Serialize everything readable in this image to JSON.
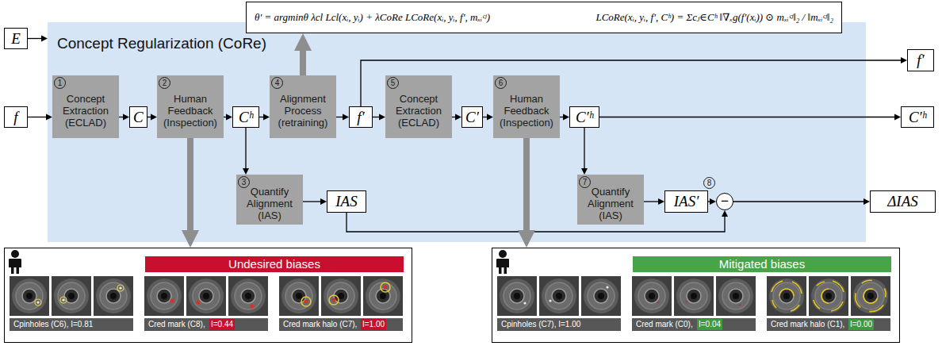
{
  "diagram": {
    "nodes": [
      {
        "text": [
          "θ′ = argminθ λcl Lcl(xᵢ, yᵢ) + λCoRe LCoRe(xᵢ, yᵢ, f′, mₓᵢᶜʲ)",
          "LCoRe(xᵢ, yᵢ, f′, Cʰ) = Σcⱼ∈Cʰ ‖∇ₓg(f′(xᵢ)) ⊙ mₓᵢᶜʲ‖₂ / ‖mₓᵢᶜʲ‖₂"
        ]
      },
      {
        "text": [
          "E"
        ]
      },
      {
        "text": [
          "Concept Regularization (CoRe)"
        ]
      },
      {
        "text": [
          "f"
        ]
      },
      {
        "text": [
          "1",
          "Concept Extraction (ECLAD)"
        ],
        "in": 2
      },
      {
        "text": [
          "C"
        ],
        "in": 2
      },
      {
        "text": [
          "2",
          "Human Feedback (Inspection)"
        ],
        "in": 2
      },
      {
        "text": [
          "Cʰ"
        ],
        "in": 2
      },
      {
        "text": [
          "3",
          "Quantify Alignment (IAS)"
        ],
        "in": 2
      },
      {
        "text": [
          "IAS"
        ],
        "in": 2
      },
      {
        "text": [
          "4",
          "Alignment Process (retraining)"
        ],
        "in": 2
      },
      {
        "text": [
          "f′"
        ],
        "in": 2
      },
      {
        "text": [
          "5",
          "Concept Extraction (ECLAD)"
        ],
        "in": 2
      },
      {
        "text": [
          "C′"
        ],
        "in": 2
      },
      {
        "text": [
          "6",
          "Human Feedback (Inspection)"
        ],
        "in": 2
      },
      {
        "text": [
          "C′ʰ"
        ],
        "in": 2
      },
      {
        "text": [
          "7",
          "Quantify Alignment (IAS)"
        ],
        "in": 2
      },
      {
        "text": [
          "IAS′"
        ],
        "in": 2
      },
      {
        "text": [
          "8",
          "−"
        ],
        "in": 2
      },
      {
        "text": [
          "f′"
        ]
      },
      {
        "text": [
          "C′ʰ"
        ]
      },
      {
        "text": [
          "ΔIAS"
        ]
      },
      {
        "text": [
          "Cpinholes (C6), I=0.81",
          "Cred mark (C8),",
          "I=0.44",
          "Cred mark halo (C7),",
          "I=1.00"
        ]
      },
      {
        "text": [
          "Undesired biases"
        ],
        "in": 22
      },
      {
        "text": [
          "Cpinholes (C7), I=1.00",
          "Cred mark (C0),",
          "I=0.04",
          "Cred mark halo (C1),",
          "I=0.00"
        ]
      },
      {
        "text": [
          "Mitigated biases"
        ],
        "in": 24
      }
    ],
    "edges": [
      {
        "from": 1,
        "to": 2,
        "arrow": "to"
      },
      {
        "from": 3,
        "to": 4,
        "arrow": "to"
      },
      {
        "from": 4,
        "to": 5,
        "arrow": "to"
      },
      {
        "from": 5,
        "to": 6,
        "arrow": "to"
      },
      {
        "from": 6,
        "to": 7,
        "arrow": "to"
      },
      {
        "from": 7,
        "to": 10,
        "arrow": "to"
      },
      {
        "from": 7,
        "to": 8,
        "arrow": "to"
      },
      {
        "from": 8,
        "to": 9,
        "arrow": "to"
      },
      {
        "from": 10,
        "to": 11,
        "arrow": "to"
      },
      {
        "from": 11,
        "to": 12,
        "arrow": "to"
      },
      {
        "from": 12,
        "to": 13,
        "arrow": "to"
      },
      {
        "from": 13,
        "to": 14,
        "arrow": "to"
      },
      {
        "from": 14,
        "to": 15,
        "arrow": "to"
      },
      {
        "from": 15,
        "to": 16,
        "arrow": "to"
      },
      {
        "from": 16,
        "to": 17,
        "arrow": "to"
      },
      {
        "from": 17,
        "to": 18,
        "arrow": "to"
      },
      {
        "from": 9,
        "to": 18,
        "arrow": "to"
      },
      {
        "from": 18,
        "to": 21,
        "arrow": "to"
      },
      {
        "from": 11,
        "to": 19,
        "arrow": "to"
      },
      {
        "from": 15,
        "to": 20,
        "arrow": "to"
      },
      {
        "from": 10,
        "to": 0,
        "arrow": "to"
      },
      {
        "from": 6,
        "to": 22,
        "arrow": "to"
      },
      {
        "from": 14,
        "to": 24,
        "arrow": "to"
      }
    ]
  }
}
